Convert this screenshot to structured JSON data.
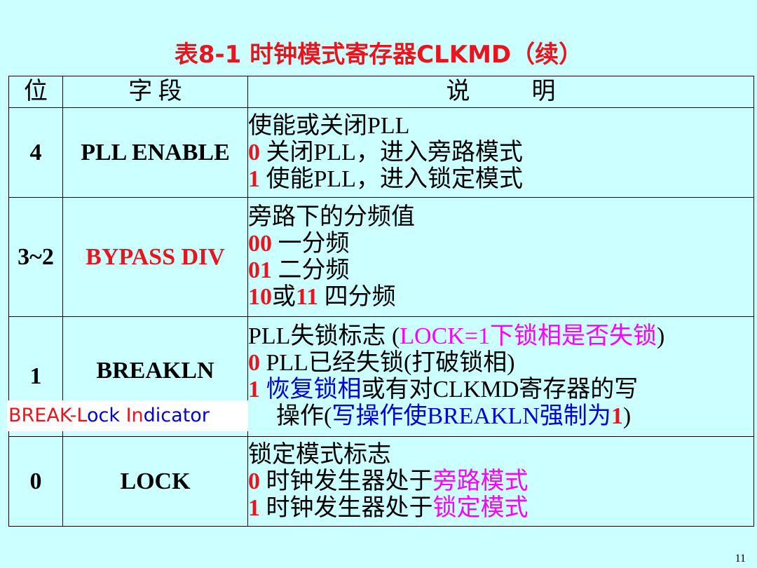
{
  "title": "表8-1 时钟模式寄存器CLKMD（续）",
  "header": {
    "bit": "位",
    "field": "字 段",
    "desc_a": "说",
    "desc_b": "明"
  },
  "rows": [
    {
      "bit": "4",
      "field": "PLL ENABLE",
      "lines": [
        {
          "a": "使能或关闭PLL"
        },
        {
          "code": "0",
          "text": " 关闭PLL，进入旁路模式"
        },
        {
          "code": "1",
          "text": " 使能PLL，进入锁定模式"
        }
      ]
    },
    {
      "bit": "3~2",
      "field": "BYPASS DIV",
      "lines": [
        {
          "a": "旁路下的分频值"
        },
        {
          "code": "00",
          "text": "  一分频"
        },
        {
          "code": "01",
          "text": "  二分频"
        },
        {
          "code": "10",
          "mid": "或",
          "code2": "11",
          "text": "  四分频"
        }
      ]
    },
    {
      "bit": "1",
      "field": "BREAKLN",
      "lines": [
        {
          "a": "PLL失锁标志 (",
          "mag": "LOCK=1下锁相是否失锁",
          "c": ")"
        },
        {
          "code": "0",
          "text": " PLL已经失锁(打破锁相)"
        },
        {
          "code": "1",
          "blue": " 恢复锁相",
          "text": "或有对CLKMD寄存器的写"
        },
        {
          "a": "操作(",
          "blue": "写操作使BREAKLN强制为",
          "red": "1",
          "c": ")"
        }
      ]
    },
    {
      "bit": "0",
      "field": "LOCK",
      "lines": [
        {
          "a": "锁定模式标志"
        },
        {
          "code": "0",
          "text": " 时钟发生器处于",
          "mag": "旁路模式"
        },
        {
          "code": "1",
          "text": " 时钟发生器处于",
          "mag": "锁定模式"
        }
      ]
    }
  ],
  "overlay": {
    "p1": "BREAK-L",
    "p2": "ock ",
    "p3": "In",
    "p4": "dicator"
  },
  "page_number": "11",
  "colors": {
    "background": "#ccffff",
    "red": "#e8141e",
    "magenta": "#ff00ff",
    "blue": "#0000dd"
  }
}
